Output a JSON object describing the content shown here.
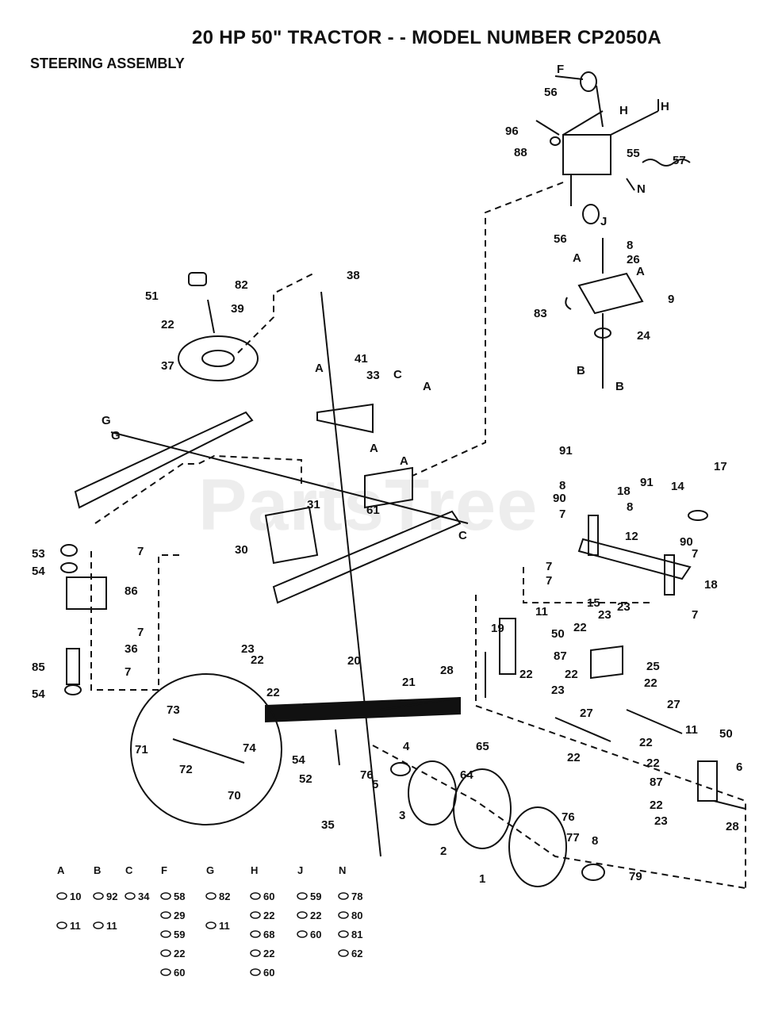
{
  "header": {
    "title": "20 HP 50\" TRACTOR - - MODEL NUMBER CP2050A",
    "subtitle": "STEERING ASSEMBLY"
  },
  "watermark": "PartsTree",
  "callouts": {
    "c56a": "56",
    "c96": "96",
    "c88": "88",
    "c55": "55",
    "c57": "57",
    "c56b": "56",
    "c8a": "8",
    "c26": "26",
    "c9": "9",
    "c83": "83",
    "c24": "24",
    "c51": "51",
    "c82": "82",
    "c22a": "22",
    "c39": "39",
    "c37": "37",
    "c38": "38",
    "c41": "41",
    "c33": "33",
    "c61": "61",
    "c31": "31",
    "c30": "30",
    "c53": "53",
    "c54a": "54",
    "c7a": "7",
    "c86": "86",
    "c7b": "7",
    "c36": "36",
    "c7c": "7",
    "c85": "85",
    "c54b": "54",
    "c23a": "23",
    "c22b": "22",
    "c20": "20",
    "c22c": "22",
    "c91a": "91",
    "c8b": "8",
    "c90a": "90",
    "c7d": "7",
    "c18a": "18",
    "c91b": "91",
    "c14": "14",
    "c17": "17",
    "c8c": "8",
    "c12": "12",
    "c90b": "90",
    "c7e": "7",
    "c7f": "7",
    "c7g": "7",
    "c15": "15",
    "c18b": "18",
    "c23b": "23",
    "c23c": "23",
    "c22d": "22",
    "c7h": "7",
    "c11a": "11",
    "c19": "19",
    "c50a": "50",
    "c87a": "87",
    "c22e": "22",
    "c25": "25",
    "c28a": "28",
    "c21": "21",
    "c22f": "22",
    "c23d": "23",
    "c22g": "22",
    "c27a": "27",
    "c27b": "27",
    "c22h": "22",
    "c22i": "22",
    "c73": "73",
    "c71": "71",
    "c72": "72",
    "c74": "74",
    "c70": "70",
    "c4": "4",
    "c65": "65",
    "c64": "64",
    "c54c": "54",
    "c52": "52",
    "c76a": "76",
    "c5": "5",
    "c3": "3",
    "c2": "2",
    "c35": "35",
    "c1": "1",
    "c76b": "76",
    "c77": "77",
    "c8d": "8",
    "c79": "79",
    "c11b": "11",
    "c50b": "50",
    "c22j": "22",
    "c6": "6",
    "c87b": "87",
    "c22k": "22",
    "c23e": "23",
    "c28b": "28"
  },
  "ref_labels": {
    "F": "F",
    "H1": "H",
    "H2": "H",
    "N": "N",
    "J": "J",
    "A1": "A",
    "A2": "A",
    "B1": "B",
    "B2": "B",
    "A3": "A",
    "C1": "C",
    "A4": "A",
    "G1": "G",
    "G2": "G",
    "A5": "A",
    "A6": "A",
    "C2": "C"
  },
  "legend": [
    {
      "key": "A",
      "parts": [
        "10",
        "11"
      ]
    },
    {
      "key": "B",
      "parts": [
        "92",
        "11"
      ]
    },
    {
      "key": "C",
      "parts": [
        "34"
      ]
    },
    {
      "key": "F",
      "parts": [
        "58",
        "29",
        "59",
        "22",
        "60"
      ]
    },
    {
      "key": "G",
      "parts": [
        "82",
        "11"
      ]
    },
    {
      "key": "H",
      "parts": [
        "60",
        "22",
        "68",
        "22",
        "60"
      ]
    },
    {
      "key": "J",
      "parts": [
        "59",
        "22",
        "60"
      ]
    },
    {
      "key": "N",
      "parts": [
        "78",
        "80",
        "81",
        "62"
      ]
    }
  ]
}
